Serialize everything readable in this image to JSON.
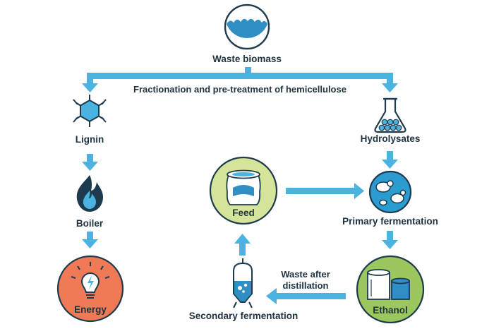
{
  "nodes": {
    "waste_biomass": "Waste biomass",
    "fractionation": "Fractionation and pre-treatment of hemicellulose",
    "lignin": "Lignin",
    "boiler": "Boiler",
    "energy": "Energy",
    "hydrolysates": "Hydrolysates",
    "primary_fermentation": "Primary fermentation",
    "feed": "Feed",
    "ethanol": "Ethanol",
    "waste_after_distillation_line1": "Waste after",
    "waste_after_distillation_line2": "distillation",
    "secondary_fermentation": "Secondary fermentation"
  },
  "colors": {
    "arrow": "#4ab3e0",
    "outline": "#1e3a4f",
    "energy_fill": "#f07a55",
    "feed_fill": "#d4e59a",
    "ethanol_fill": "#9cc75f",
    "ferment_fill": "#2b9cd0",
    "water_fill": "#2f8fc4",
    "text": "#1e3240"
  }
}
